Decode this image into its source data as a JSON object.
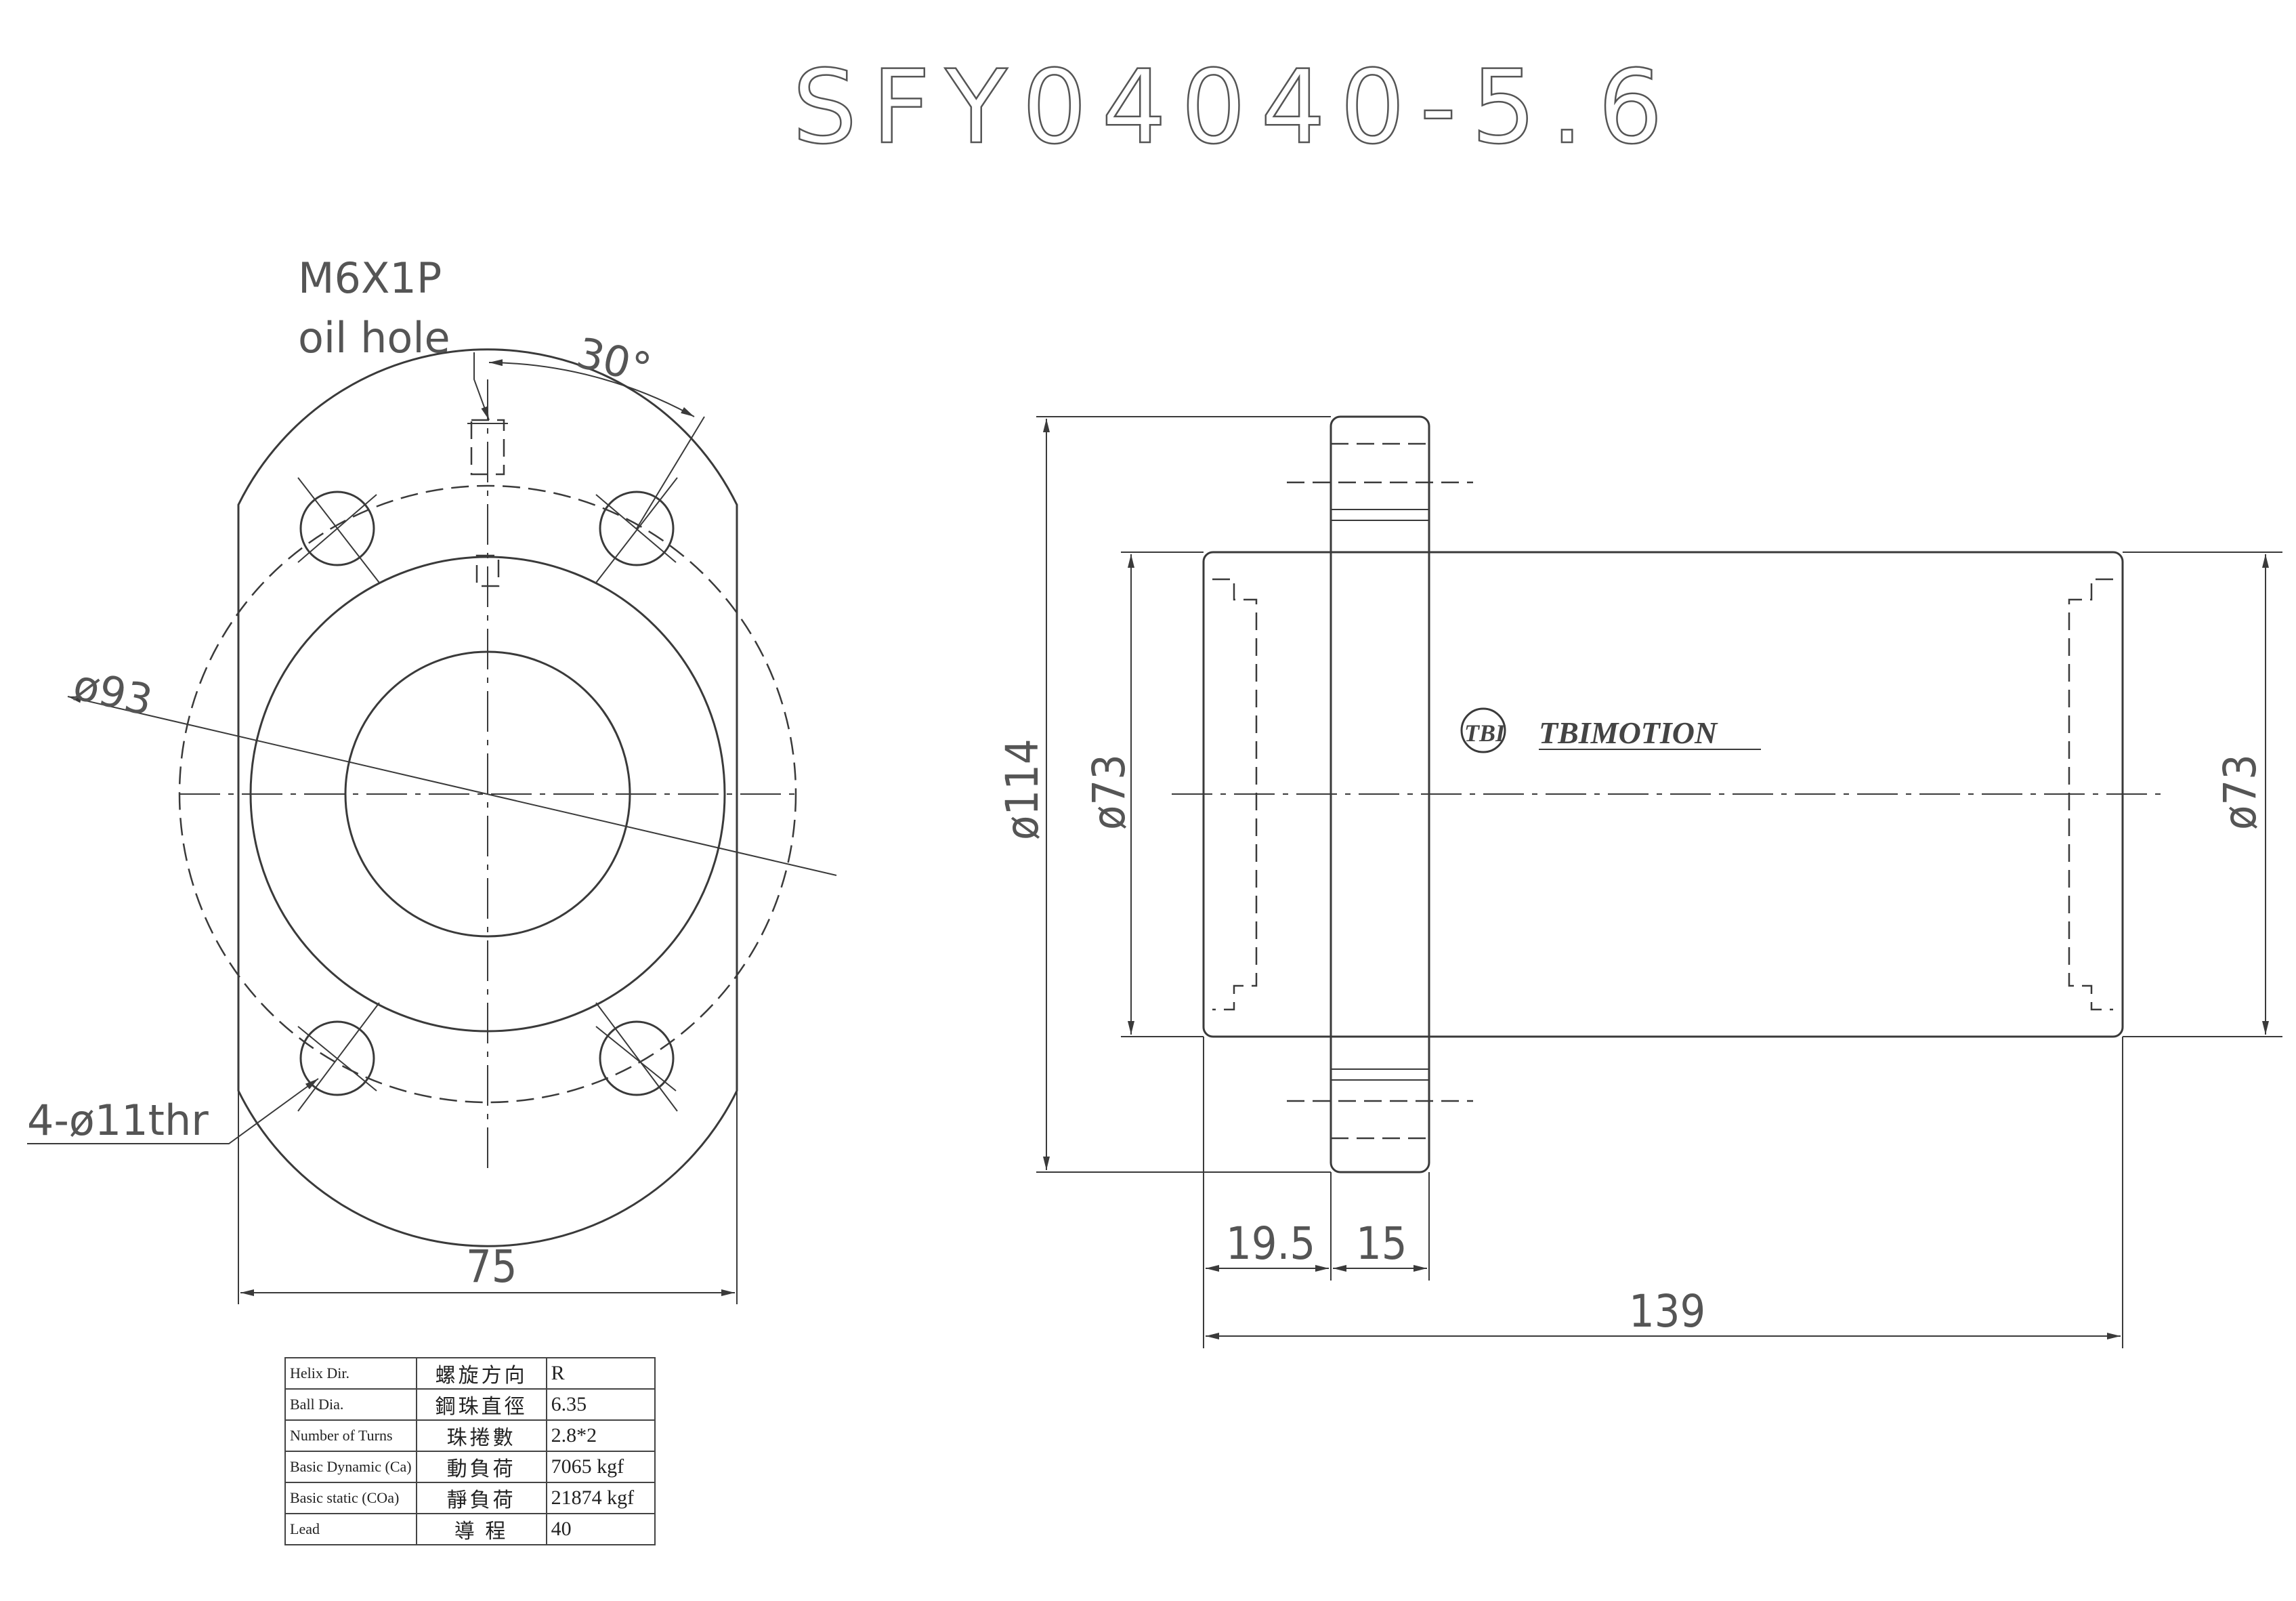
{
  "title": "SFY04040-5.6",
  "front_view": {
    "oil_hole_label_1": "M6X1P",
    "oil_hole_label_2": "oil hole",
    "angle_label": "30°",
    "pcd_label": "ø93",
    "holes_label": "4-ø11thr",
    "width_label": "75"
  },
  "side_view": {
    "flange_dia_label": "ø114",
    "body_dia_left_label": "ø73",
    "body_dia_right_label": "ø73",
    "length_a_label": "19.5",
    "flange_thickness_label": "15",
    "total_length_label": "139",
    "logo_mark": "TBI",
    "logo_text": "TBIMOTION"
  },
  "spec_table": {
    "rows": [
      {
        "en": "Helix  Dir.",
        "cn": "螺旋方向",
        "value": "R"
      },
      {
        "en": "Ball Dia.",
        "cn": "鋼珠直徑",
        "value": "6.35"
      },
      {
        "en": "Number of Turns",
        "cn": "珠捲數",
        "value": "2.8*2"
      },
      {
        "en": "Basic Dynamic (Ca)",
        "cn": "動負荷",
        "value": "7065 kgf"
      },
      {
        "en": "Basic static (COa)",
        "cn": "靜負荷",
        "value": "21874 kgf"
      },
      {
        "en": "Lead",
        "cn": "導  程",
        "value": "40"
      }
    ]
  }
}
